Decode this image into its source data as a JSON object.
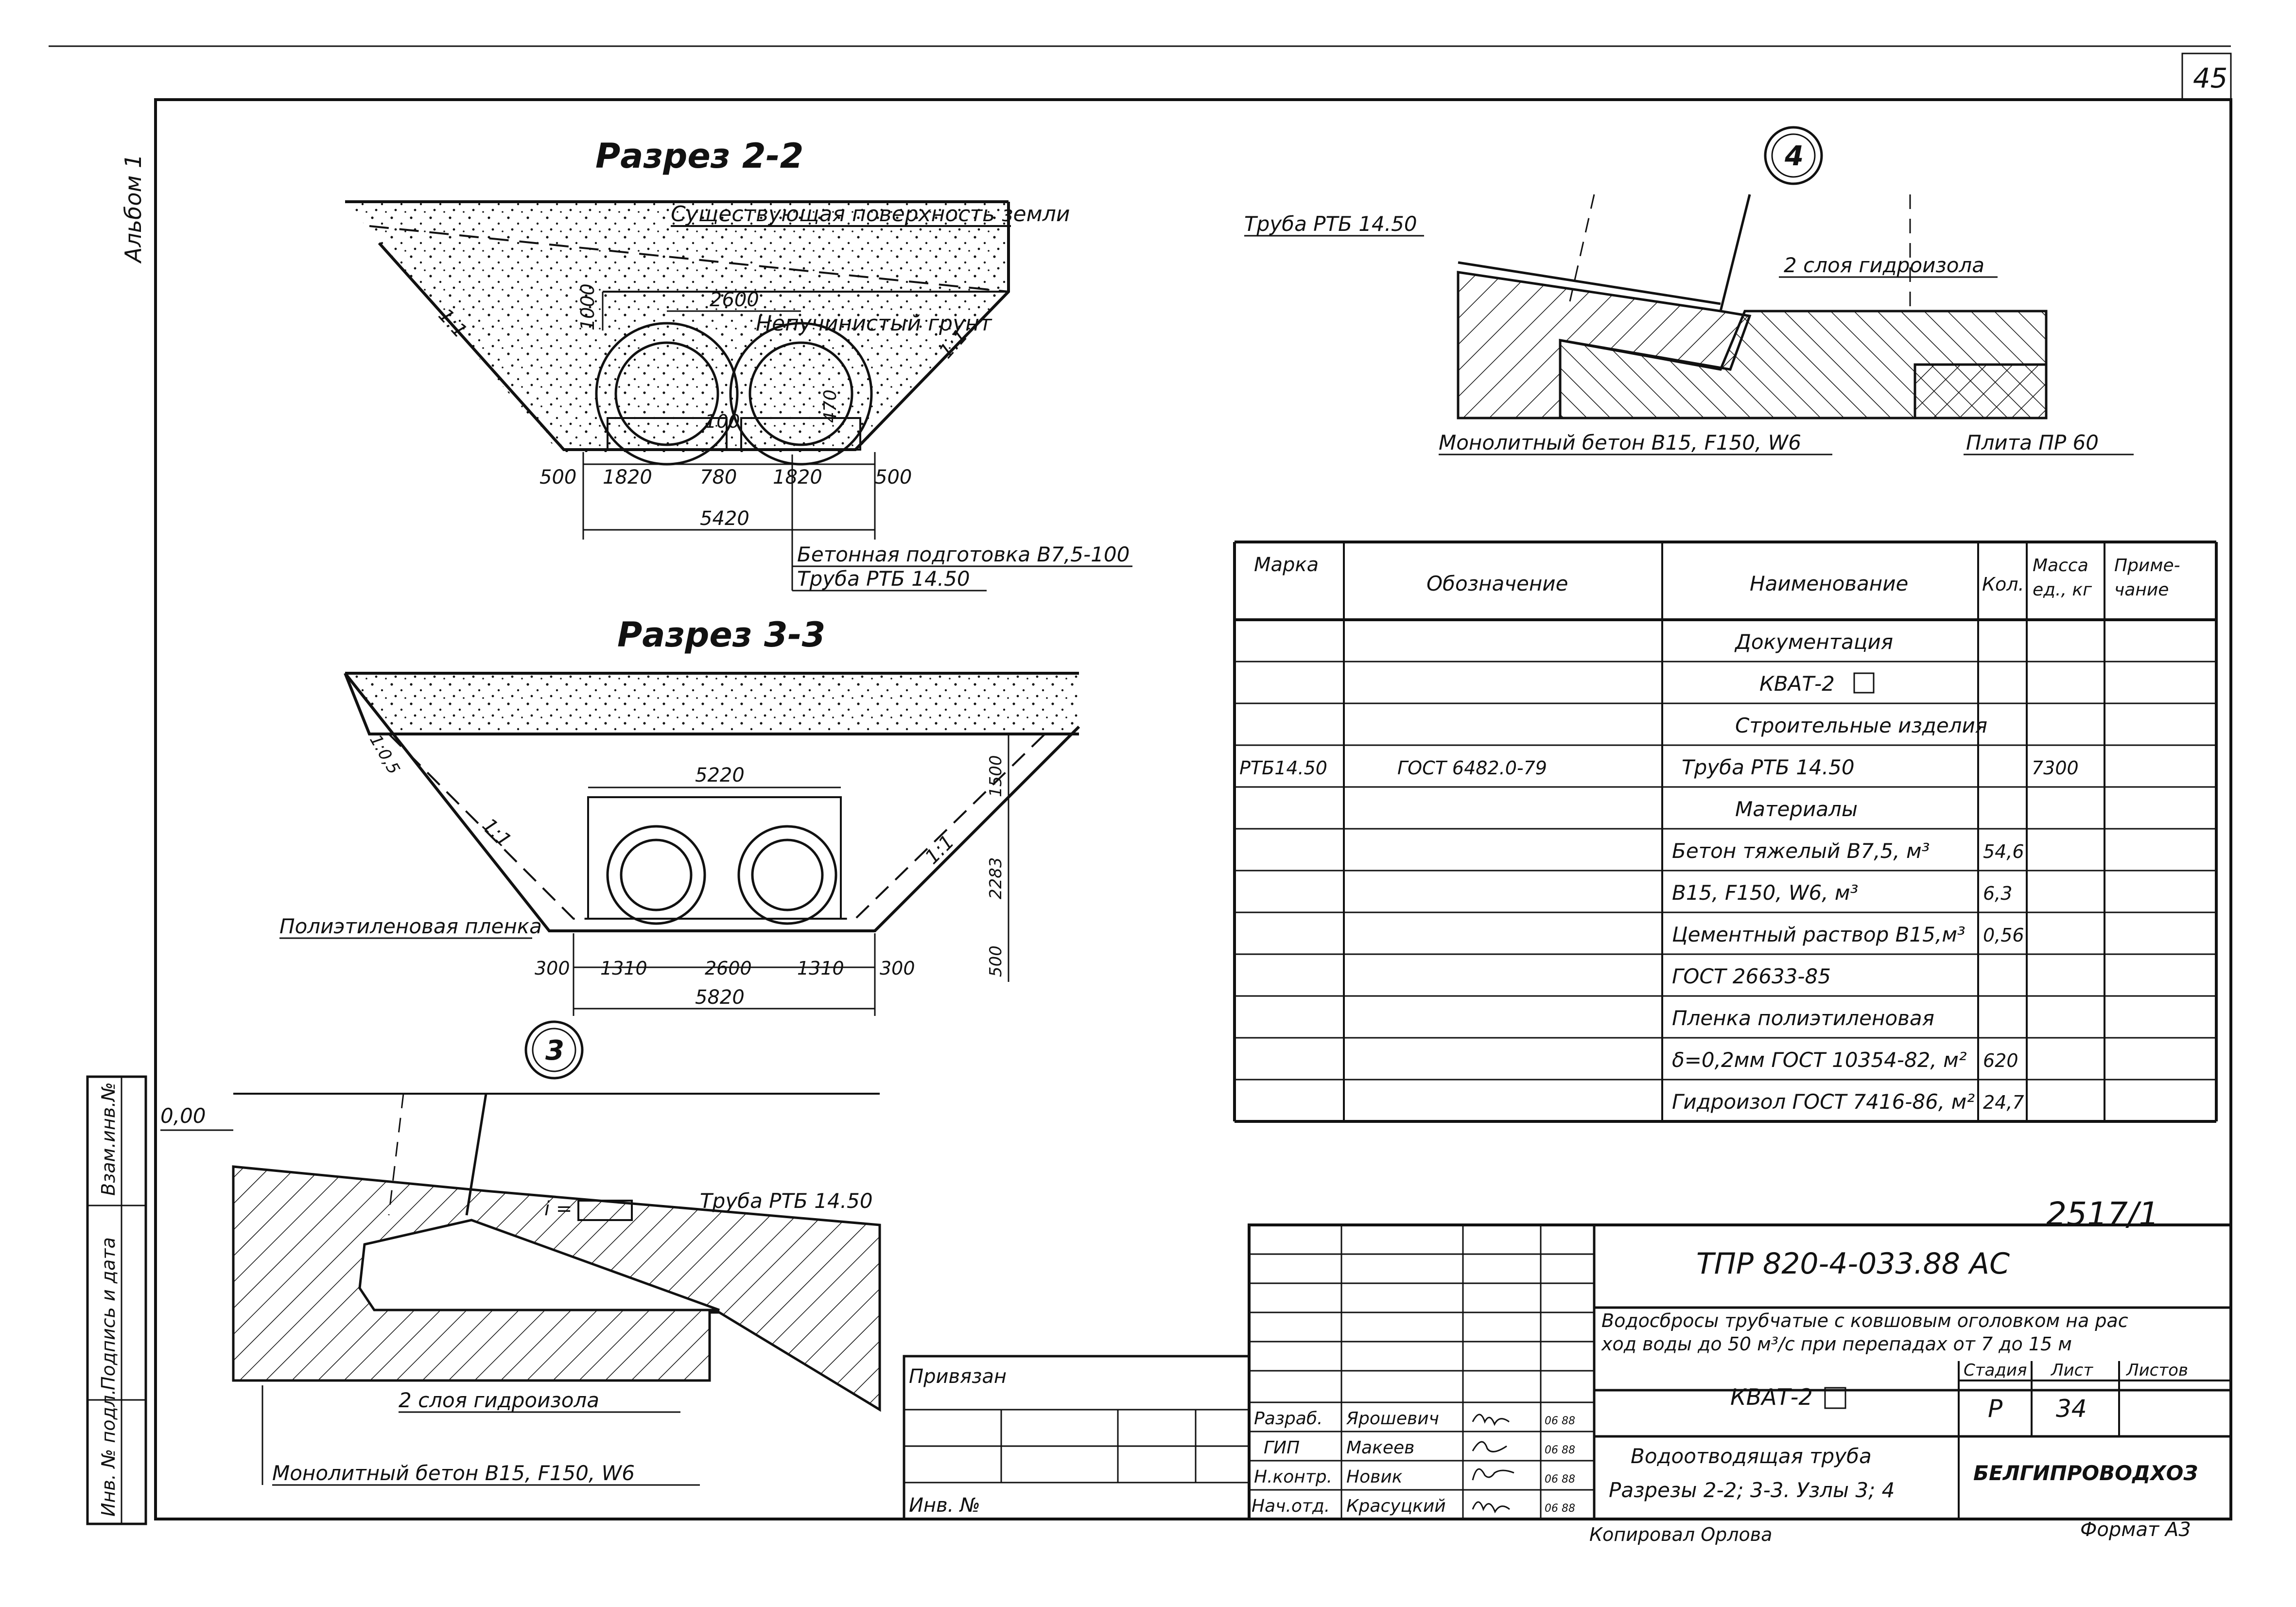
{
  "sheet": {
    "page_number": "45",
    "album": "Альбом 1",
    "doc_code": "2517/1",
    "copied_by": "Копировал Орлова",
    "format": "Формат А3"
  },
  "section_2_2": {
    "title": "Разрез 2-2",
    "label_ground": "Существующая поверхность земли",
    "label_soil": "Непучинистый грунт",
    "slope_left": "1:1",
    "slope_right": "1:1",
    "dim_cover": "1000",
    "dim_axis": "2600",
    "dim_gap": "100",
    "dim_470": "470",
    "dims_bottom": [
      "500",
      "1820",
      "780",
      "1820",
      "500"
    ],
    "dim_total": "5420",
    "leader_1": "Бетонная подготовка В7,5-100",
    "leader_2": "Труба РТБ 14.50"
  },
  "section_3_3": {
    "title": "Разрез 3-3",
    "slope_top": "1:0,5",
    "slope_left": "1:1",
    "slope_right": "1:1",
    "dim_top": "5220",
    "dim_1500": "1500",
    "dim_2283": "2283",
    "dim_500": "500",
    "dims_bottom": [
      "300",
      "1310",
      "2600",
      "1310",
      "300"
    ],
    "dim_total": "5820",
    "label_film": "Полиэтиленовая пленка"
  },
  "node_3": {
    "number": "3",
    "level": "0,00",
    "slope": "i =",
    "label_pipe": "Труба РТБ 14.50",
    "label_waterproof": "2 слоя гидроизола",
    "label_concrete": "Монолитный бетон В15, F150, W6"
  },
  "node_4": {
    "number": "4",
    "label_pipe": "Труба РТБ 14.50",
    "label_waterproof": "2 слоя гидроизола",
    "label_concrete": "Монолитный бетон В15, F150, W6",
    "label_slab": "Плита ПР 60"
  },
  "spec_table": {
    "headers": [
      "Марка поз.",
      "Обозначение",
      "Наименование",
      "Кол.",
      "Масса ед., кг",
      "Приме- чание"
    ],
    "rows": [
      [
        "",
        "",
        "Документация",
        "",
        "",
        ""
      ],
      [
        "",
        "",
        "КВАТ-2",
        "",
        "",
        ""
      ],
      [
        "",
        "",
        "Строительные изделия",
        "",
        "",
        ""
      ],
      [
        "РТБ14.50",
        "ГОСТ 6482.0-79",
        "Труба РТБ 14.50",
        "",
        "7300",
        ""
      ],
      [
        "",
        "",
        "Материалы",
        "",
        "",
        ""
      ],
      [
        "",
        "",
        "Бетон тяжелый В7,5, м³",
        "54,6",
        "",
        ""
      ],
      [
        "",
        "",
        "В15, F150, W6, м³",
        "6,3",
        "",
        ""
      ],
      [
        "",
        "",
        "Цементный раствор В15,м³",
        "0,56",
        "",
        ""
      ],
      [
        "",
        "",
        "ГОСТ 26633-85",
        "",
        "",
        ""
      ],
      [
        "",
        "",
        "Пленка полиэтиленовая",
        "",
        "",
        ""
      ],
      [
        "",
        "",
        "δ=0,2мм ГОСТ 10354-82, м²",
        "620",
        "",
        ""
      ],
      [
        "",
        "",
        "Гидроизол ГОСТ 7416-86, м²",
        "24,7",
        "",
        ""
      ]
    ]
  },
  "title_block": {
    "project": "ТПР 820-4-033.88 АС",
    "description": "Водосбросы трубчатые с ковшовым оголовком на расход воды до 50 м³/с при перепадах от 7 до 15 м",
    "sheet_code": "КВАТ-2",
    "stage_header": "Стадия",
    "sheet_header": "Лист",
    "sheets_header": "Листов",
    "stage": "Р",
    "sheet": "34",
    "sheet_title_1": "Водоотводящая труба",
    "sheet_title_2": "Разрезы 2-2; 3-3. Узлы 3; 4",
    "organization": "БЕЛГИПРОВОДХОЗ",
    "tied": "Привязан",
    "inv": "Инв. №",
    "roles": [
      {
        "role": "Разраб.",
        "name": "Ярошевич",
        "date": "06 88"
      },
      {
        "role": "ГИП",
        "name": "Макеев",
        "date": "06 88"
      },
      {
        "role": "Н.контр.",
        "name": "Новик",
        "date": "06 88"
      },
      {
        "role": "Нач.отд.",
        "name": "Красуцкий",
        "date": "06 88"
      }
    ],
    "side_labels": [
      "Инв. № подл.",
      "Подпись и дата",
      "Взам.инв.№"
    ]
  }
}
